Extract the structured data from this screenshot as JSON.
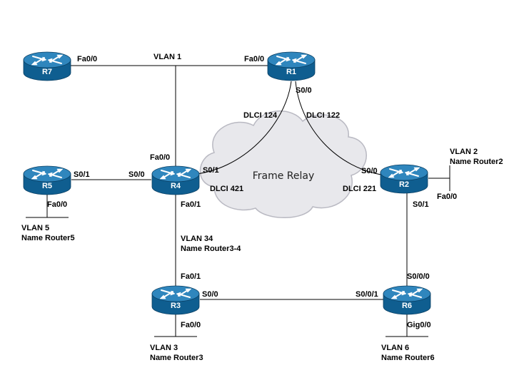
{
  "colors": {
    "router_top": "#2f86bd",
    "router_side": "#0f5e90",
    "cloud_fill": "#e8e8ec",
    "cloud_stroke": "#b9b9c2",
    "line": "#000000"
  },
  "icons": {
    "router": "router-icon",
    "cloud": "frame-relay-cloud-icon"
  },
  "routers": [
    {
      "id": "R1",
      "label": "R1"
    },
    {
      "id": "R2",
      "label": "R2"
    },
    {
      "id": "R3",
      "label": "R3"
    },
    {
      "id": "R4",
      "label": "R4"
    },
    {
      "id": "R5",
      "label": "R5"
    },
    {
      "id": "R6",
      "label": "R6"
    },
    {
      "id": "R7",
      "label": "R7"
    }
  ],
  "cloud": {
    "label": "Frame Relay"
  },
  "interfaces": {
    "r7_fa00": "Fa0/0",
    "vlan1": "VLAN 1",
    "r1_fa00": "Fa0/0",
    "r1_s00": "S0/0",
    "dlci124": "DLCI 124",
    "dlci122": "DLCI 122",
    "r4_fa00": "Fa0/0",
    "r5_s01": "S0/1",
    "r4_s00": "S0/0",
    "r4_s01": "S0/1",
    "dlci421": "DLCI 421",
    "r2_s00": "S0/0",
    "dlci221": "DLCI 221",
    "r5_fa00": "Fa0/0",
    "r4_fa01": "Fa0/1",
    "r2_s01": "S0/1",
    "r2_fa00": "Fa0/0",
    "r3_fa01": "Fa0/1",
    "r3_s00": "S0/0",
    "r6_s001": "S0/0/1",
    "r6_s000": "S0/0/0",
    "r3_fa00": "Fa0/0",
    "r6_gig00": "Gig0/0"
  },
  "vlans": {
    "vlan2": {
      "line1": "VLAN 2",
      "line2": "Name Router2"
    },
    "vlan5": {
      "line1": "VLAN 5",
      "line2": "Name Router5"
    },
    "vlan34": {
      "line1": "VLAN 34",
      "line2": "Name Router3-4"
    },
    "vlan3": {
      "line1": "VLAN 3",
      "line2": "Name Router3"
    },
    "vlan6": {
      "line1": "VLAN 6",
      "line2": "Name Router6"
    }
  }
}
